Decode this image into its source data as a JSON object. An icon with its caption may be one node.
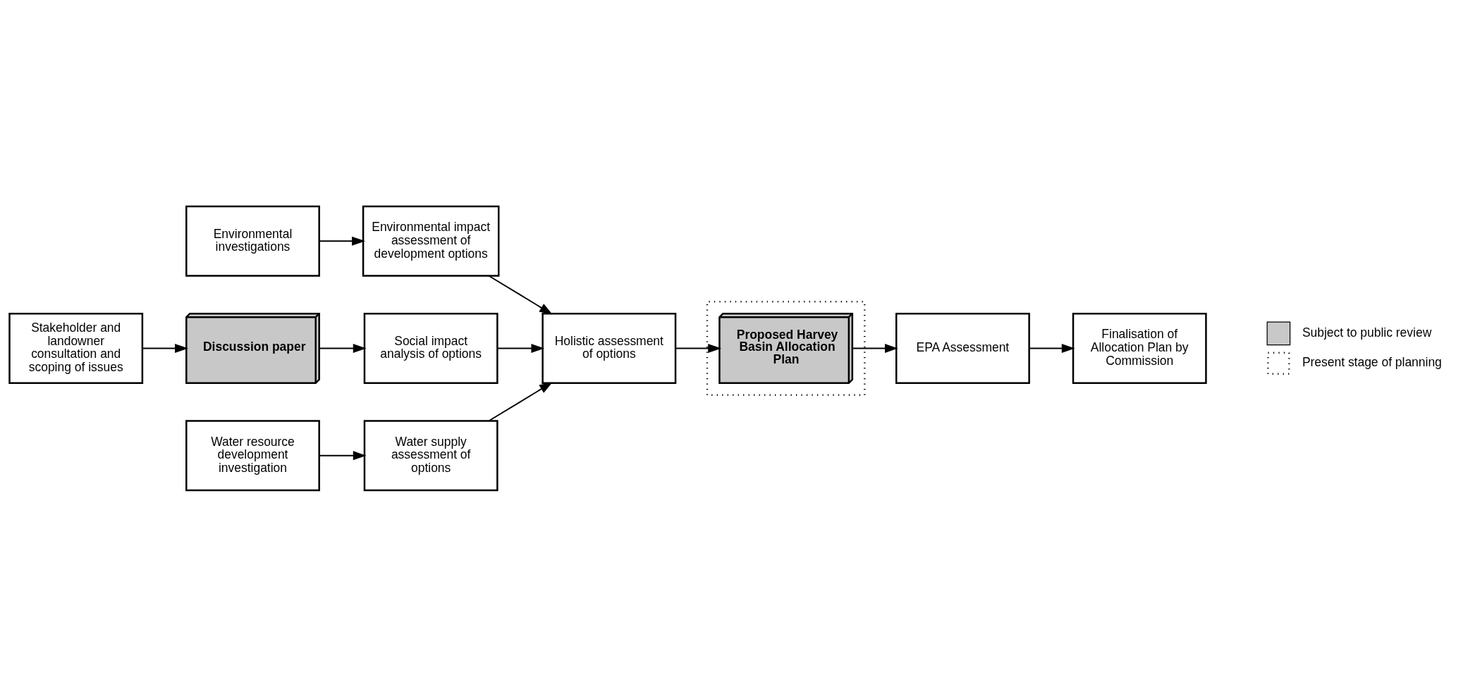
{
  "diagram": {
    "nodes": [
      {
        "text": [
          "Environmental investigations"
        ]
      },
      {
        "text": [
          "Environmental impact assessment of development options"
        ]
      },
      {
        "text": [
          "Stakeholder and landowner consultation and scoping of issues"
        ]
      },
      {
        "text": [
          "Discussion paper"
        ]
      },
      {
        "text": [
          "Social impact analysis of options"
        ]
      },
      {
        "text": [
          "Holistic assessment of options"
        ]
      },
      {
        "text": [],
        "shape": "box"
      },
      {
        "text": [
          "Proposed Harvey Basin Allocation Plan"
        ],
        "in": 6
      },
      {
        "text": [
          "EPA Assessment"
        ]
      },
      {
        "text": [
          "Finalisation of Allocation Plan by Commission"
        ]
      },
      {
        "text": [
          "Water resource development investigation"
        ]
      },
      {
        "text": [
          "Water supply assessment of options"
        ]
      }
    ],
    "edges": [
      {
        "from": 0,
        "to": 1,
        "arrow": "to"
      },
      {
        "from": 1,
        "to": 5,
        "arrow": "to"
      },
      {
        "from": 2,
        "to": 3,
        "arrow": "to"
      },
      {
        "from": 3,
        "to": 4,
        "arrow": "to"
      },
      {
        "from": 4,
        "to": 5,
        "arrow": "to"
      },
      {
        "from": 5,
        "to": 7,
        "arrow": "to"
      },
      {
        "from": 7,
        "to": 8,
        "arrow": "to"
      },
      {
        "from": 8,
        "to": 9,
        "arrow": "to"
      },
      {
        "from": 10,
        "to": 11,
        "arrow": "to"
      },
      {
        "from": 11,
        "to": 5,
        "arrow": "to"
      }
    ],
    "legend": [
      {
        "text": "Subject to public review",
        "color": "#c8c8c8"
      },
      {
        "text": "Present stage of planning"
      }
    ]
  }
}
